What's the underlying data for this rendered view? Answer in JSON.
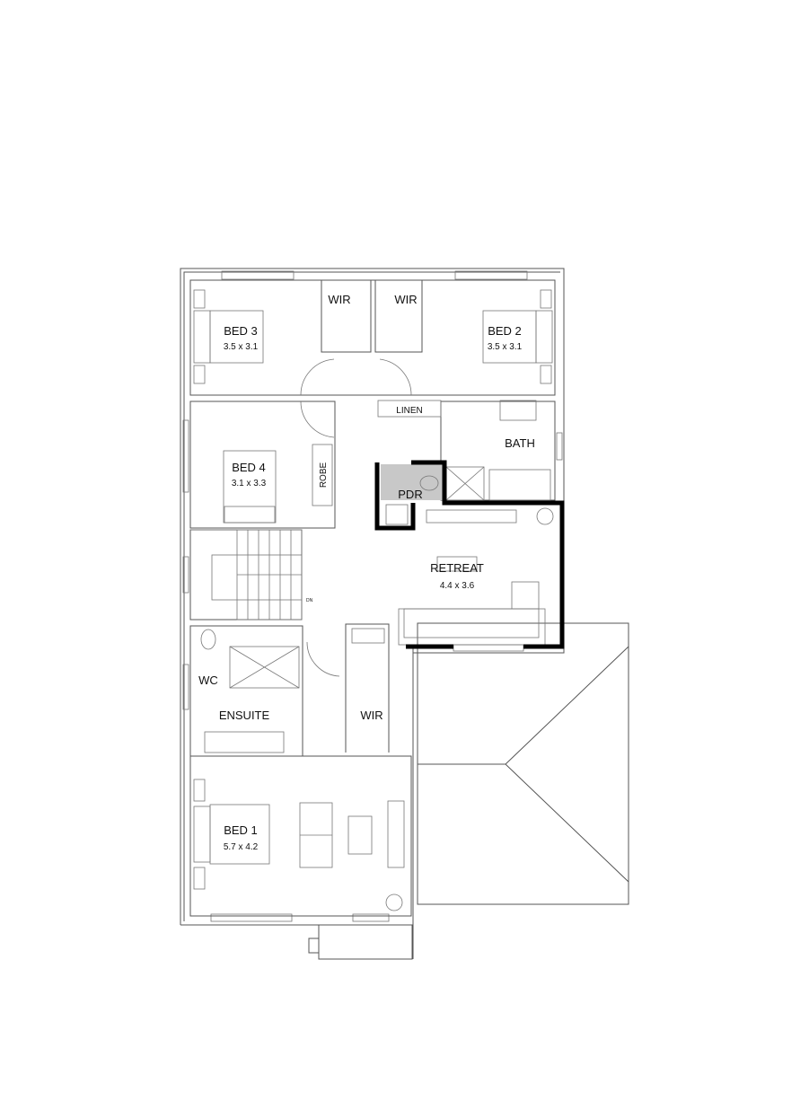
{
  "rooms": [
    {
      "id": "bed3",
      "name": "BED 3",
      "size": "3.5 x 3.1"
    },
    {
      "id": "bed2",
      "name": "BED 2",
      "size": "3.5 x 3.1"
    },
    {
      "id": "wir-bed3",
      "name": "WIR"
    },
    {
      "id": "wir-bed2",
      "name": "WIR"
    },
    {
      "id": "bed4",
      "name": "BED 4",
      "size": "3.1 x 3.3"
    },
    {
      "id": "robe",
      "name": "ROBE"
    },
    {
      "id": "linen",
      "name": "LINEN"
    },
    {
      "id": "bath",
      "name": "BATH"
    },
    {
      "id": "pdr",
      "name": "PDR"
    },
    {
      "id": "retreat",
      "name": "RETREAT",
      "size": "4.4 x 3.6"
    },
    {
      "id": "wc",
      "name": "WC"
    },
    {
      "id": "ensuite",
      "name": "ENSUITE"
    },
    {
      "id": "wir-bed1",
      "name": "WIR"
    },
    {
      "id": "bed1",
      "name": "BED 1",
      "size": "5.7 x 4.2"
    }
  ],
  "stair_label": "DN",
  "colors": {
    "highlight_wall": "#000000",
    "pdr_fill": "#c8c8c8",
    "lines": "#555555"
  }
}
